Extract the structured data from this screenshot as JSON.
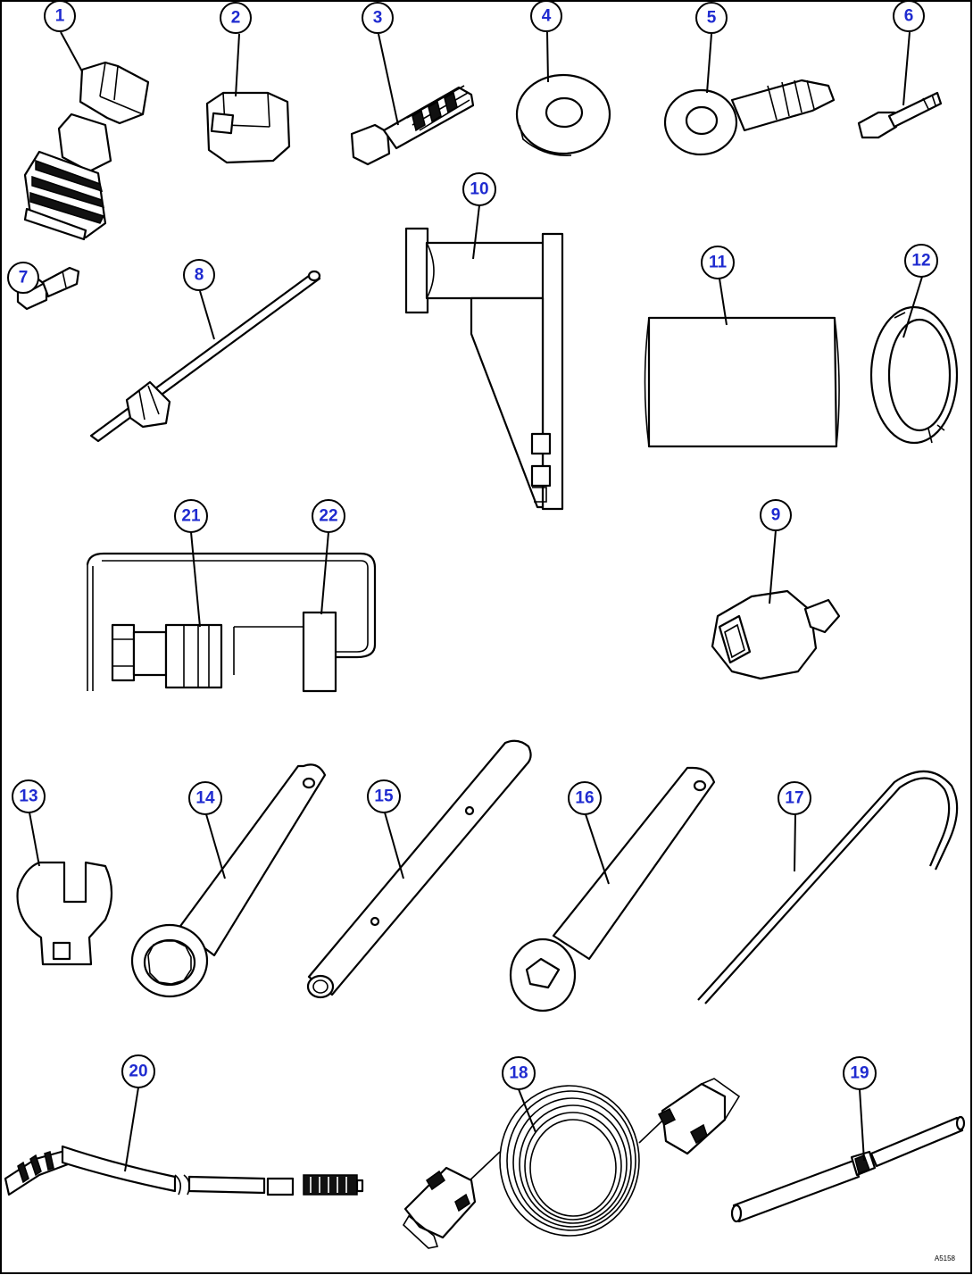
{
  "callouts": [
    {
      "id": "1",
      "label": "1"
    },
    {
      "id": "2",
      "label": "2"
    },
    {
      "id": "3",
      "label": "3"
    },
    {
      "id": "4",
      "label": "4"
    },
    {
      "id": "5",
      "label": "5"
    },
    {
      "id": "6",
      "label": "6"
    },
    {
      "id": "7",
      "label": "7"
    },
    {
      "id": "8",
      "label": "8"
    },
    {
      "id": "9",
      "label": "9"
    },
    {
      "id": "10",
      "label": "10"
    },
    {
      "id": "11",
      "label": "11"
    },
    {
      "id": "12",
      "label": "12"
    },
    {
      "id": "13",
      "label": "13"
    },
    {
      "id": "14",
      "label": "14"
    },
    {
      "id": "15",
      "label": "15"
    },
    {
      "id": "16",
      "label": "16"
    },
    {
      "id": "17",
      "label": "17"
    },
    {
      "id": "18",
      "label": "18"
    },
    {
      "id": "19",
      "label": "19"
    },
    {
      "id": "20",
      "label": "20"
    },
    {
      "id": "21",
      "label": "21"
    },
    {
      "id": "22",
      "label": "22"
    }
  ],
  "drawing_code": "A5158",
  "colors": {
    "callout_text": "#1f2bd0",
    "line": "#000000",
    "background": "#ffffff"
  }
}
